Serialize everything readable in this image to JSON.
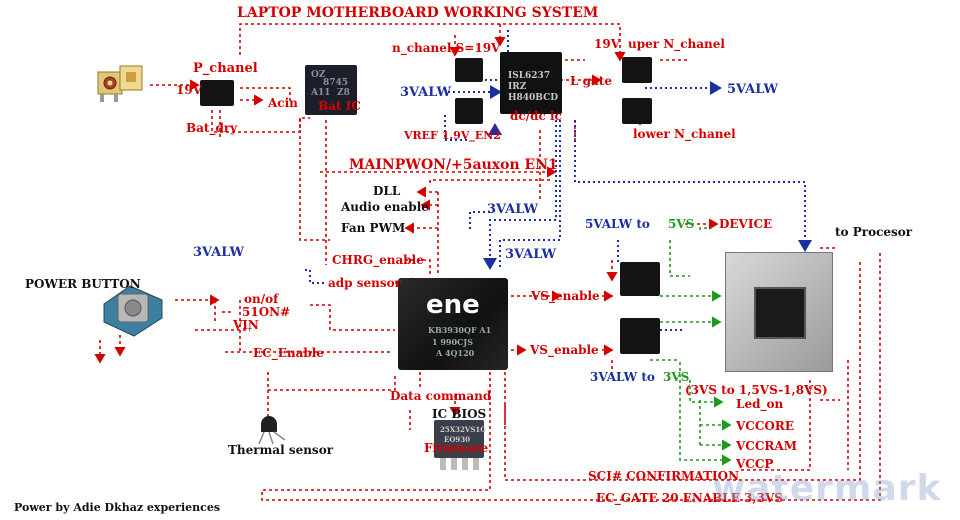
{
  "title": "LAPTOP MOTHERBOARD WORKING SYSTEM",
  "credit": "Power by Adie Dkhaz experiences",
  "watermark": "watermark",
  "colors": {
    "power_line": "#d40000",
    "always_line": "#1b2fa3",
    "vs_line": "#1f9a1f"
  },
  "icons": {
    "dc_jack": "dc-jack-icon",
    "power_button": "power-button-icon",
    "thermal": "thermal-sensor-icon"
  },
  "labels": {
    "p_chanel": "P_chanel",
    "v19_left": "19V",
    "acin": "Acin",
    "bat_dry": "Bat_dry",
    "bat_ic": "Bat IC",
    "n_chanel_s19": "n_chanel S=19V",
    "v3valw_top": "3VALW",
    "vref_en2": "VREF 1.9V_EN2",
    "l_gate": "L gate",
    "dcdc_ic": "dc/dc ic",
    "v19_right": "19V",
    "uper_n_chanel": "uper N_chanel",
    "v5valw_out": "5VALW",
    "lower_n_chanel": "lower N_chanel",
    "mainpwon": "MAINPWON/+5auxon EN1",
    "dll": "DLL",
    "audio_enable": "Audio enable",
    "fan_pwm": "Fan PWM",
    "chrg_enable": "CHRG_enable",
    "adp_sensor": "adp sensor",
    "v3valw_mid1": "3VALW",
    "v3valw_mid2": "3VALW",
    "power_button": "POWER BUTTON",
    "v3valw_left": "3VALW",
    "on_of": "on/of",
    "s1on": "51ON#",
    "vin": "VIN",
    "ec_enable": "EC_Enable",
    "vs_enable_1": "VS_enable",
    "vs_enable_2": "VS_enable",
    "v5valw_to": "5VALW  to",
    "v5vs": "5VS",
    "device": "DEVICE",
    "to_procesor": "to Procesor",
    "v3valw_to": "3VALW  to",
    "v3vs": "3VS",
    "v3vs_range": "(3VS to 1,5VS-1,8VS)",
    "led_on": "Led_on",
    "vccore": "VCCORE",
    "vccram": "VCCRAM",
    "vccp": "VCCP",
    "data_command": "Data command",
    "ic_bios": "IC BIOS",
    "firmware": "Firmware",
    "thermal_sensor": "Thermal sensor",
    "sci_confirmation": "SCI# CONFIRMATION",
    "ec_gate": "EC_GATE 20 ENABLE 3,3VS"
  },
  "chip_markings": {
    "bat_ic": [
      "OZ",
      "8745",
      "A11",
      "Z8"
    ],
    "dcdc_ic": [
      "ISL6237",
      "IRZ",
      "H840BCD"
    ],
    "ene_logo": "ene",
    "ene_part": [
      "KB3930QF A1",
      "1 990CJS",
      "A 4Q120"
    ],
    "bios_part": [
      "25X32VS1G",
      "EO930"
    ]
  }
}
